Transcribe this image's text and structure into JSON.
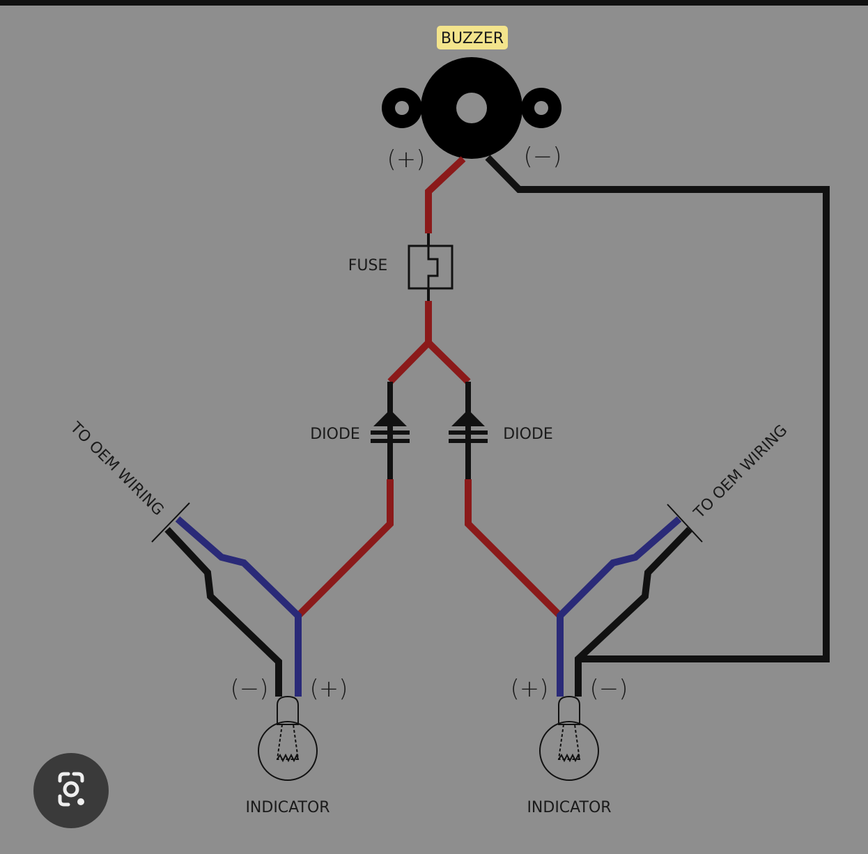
{
  "diagram": {
    "buzzer_label": "BUZZER",
    "buzzer_plus": "(+)",
    "buzzer_minus": "(−)",
    "fuse_label": "FUSE",
    "diode_left_label": "DIODE",
    "diode_right_label": "DIODE",
    "oem_left_label": "TO OEM WIRING",
    "oem_right_label": "TO OEM WIRING",
    "left_indicator": {
      "label": "INDICATOR",
      "minus": "(−)",
      "plus": "(+)"
    },
    "right_indicator": {
      "label": "INDICATOR",
      "minus": "(−)",
      "plus": "(+)"
    },
    "colors": {
      "positive": "#8b1a1a",
      "signal": "#2a2a78",
      "ground": "#111111",
      "highlight": "#f3e48c"
    }
  },
  "lens_button": {
    "icon": "camera-search-icon"
  }
}
